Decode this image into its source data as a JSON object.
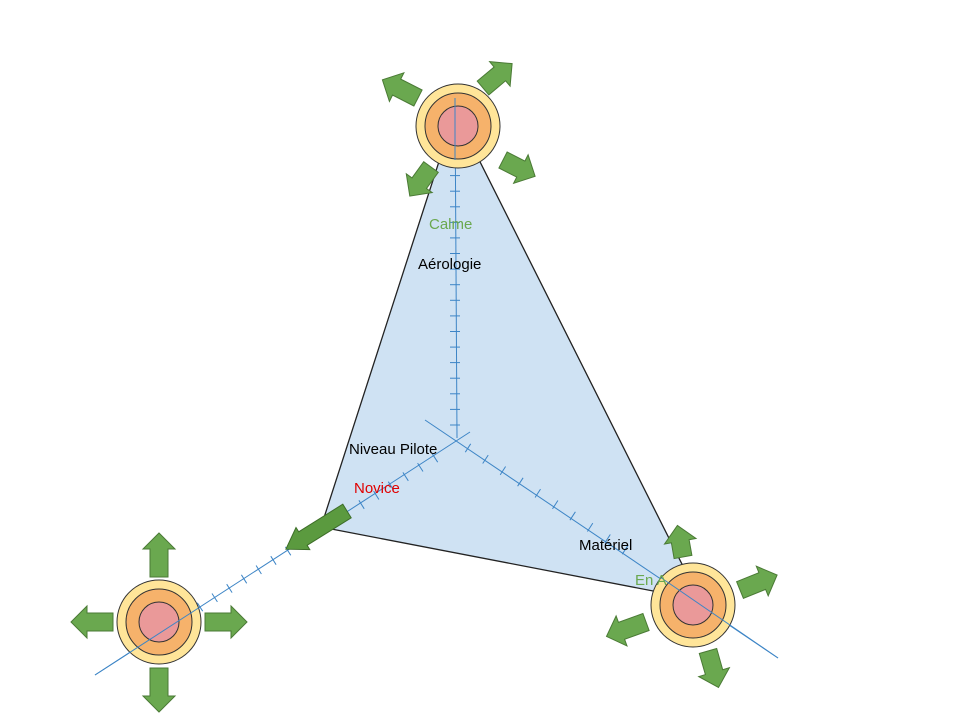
{
  "axes": {
    "aerologie": {
      "title": "Aérologie",
      "level": "Calme"
    },
    "niveau_pilote": {
      "title": "Niveau Pilote",
      "level": "Novice"
    },
    "materiel": {
      "title": "Matériel",
      "level": "En A"
    }
  },
  "colors": {
    "triangle_fill": "#cfe2f3",
    "triangle_stroke": "#222222",
    "axis": "#3d85c6",
    "arrow_fill": "#6aa84f",
    "arrow_stroke": "#4a7a35",
    "ring_outer": "#ffe599",
    "ring_middle": "#f6b26b",
    "ring_inner": "#ea9999",
    "label_calme": "#6aa84f",
    "label_novice": "#e00000",
    "label_en_a": "#6aa84f",
    "label_title": "#000000"
  },
  "icons": {
    "arrow": "arrow-icon",
    "target": "target-icon"
  }
}
